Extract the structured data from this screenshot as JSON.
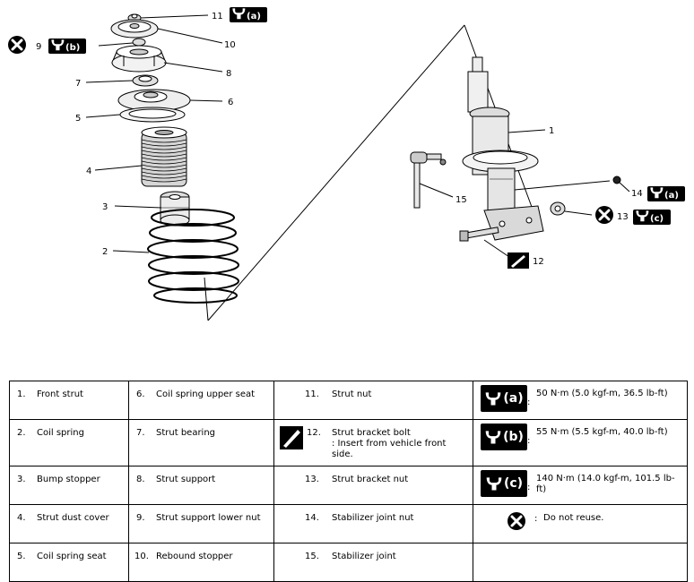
{
  "callouts": {
    "c1": "1",
    "c2": "2",
    "c3": "3",
    "c4": "4",
    "c5": "5",
    "c6": "6",
    "c7": "7",
    "c8": "8",
    "c9": "9",
    "c10": "10",
    "c11": "11",
    "c12": "12",
    "c13": "13",
    "c14": "14",
    "c15": "15"
  },
  "torque_marks": {
    "a": "(a)",
    "b": "(b)",
    "c": "(c)"
  },
  "icons": {
    "wrench": "wrench-torque-icon",
    "no_reuse": "no-reuse-icon",
    "grease": "bolt-insert-direction-icon"
  },
  "legend": {
    "parts": [
      {
        "num": "1.",
        "label": "Front strut"
      },
      {
        "num": "2.",
        "label": "Coil spring"
      },
      {
        "num": "3.",
        "label": "Bump stopper"
      },
      {
        "num": "4.",
        "label": "Strut dust cover"
      },
      {
        "num": "5.",
        "label": "Coil spring seat"
      },
      {
        "num": "6.",
        "label": "Coil spring upper seat"
      },
      {
        "num": "7.",
        "label": "Strut bearing"
      },
      {
        "num": "8.",
        "label": "Strut support"
      },
      {
        "num": "9.",
        "label": "Strut support lower nut"
      },
      {
        "num": "10.",
        "label": "Rebound stopper"
      },
      {
        "num": "11.",
        "label": "Strut nut"
      },
      {
        "num": "12.",
        "label": "Strut bracket bolt\n: Insert from vehicle front side."
      },
      {
        "num": "13.",
        "label": "Strut bracket nut"
      },
      {
        "num": "14.",
        "label": "Stabilizer joint nut"
      },
      {
        "num": "15.",
        "label": "Stabilizer joint"
      }
    ],
    "torques": [
      {
        "mark": "(a)",
        "colon": ":",
        "value": "50 N·m (5.0 kgf-m, 36.5 lb-ft)"
      },
      {
        "mark": "(b)",
        "colon": ":",
        "value": "55 N·m (5.5 kgf-m, 40.0 lb-ft)"
      },
      {
        "mark": "(c)",
        "colon": ":",
        "value": "140 N·m (14.0 kgf-m, 101.5 lb-ft)"
      }
    ],
    "no_reuse": {
      "colon": ":",
      "text": "Do not reuse."
    }
  }
}
